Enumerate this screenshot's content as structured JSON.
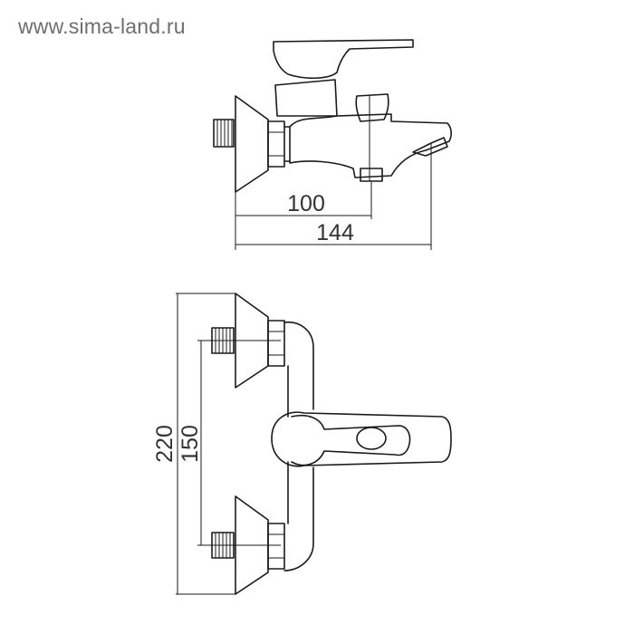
{
  "watermark": "www.sima-land.ru",
  "side_view": {
    "dim_short": "100",
    "dim_long": "144"
  },
  "front_view": {
    "dim_total": "220",
    "dim_inlets": "150"
  }
}
